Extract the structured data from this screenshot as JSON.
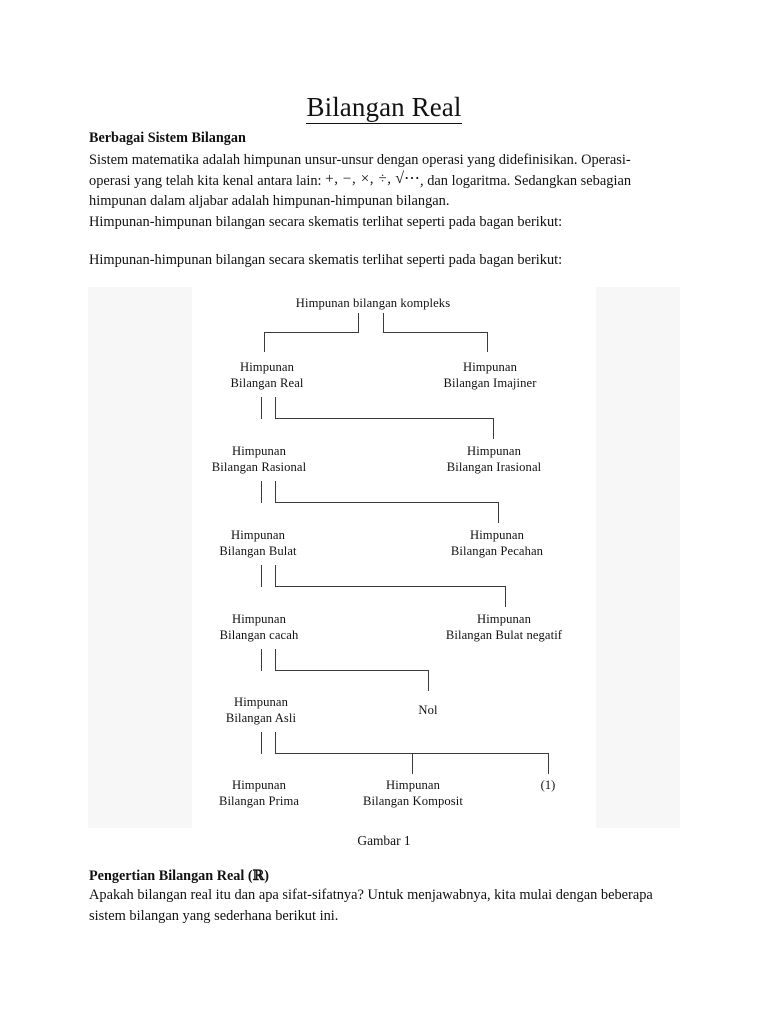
{
  "document": {
    "title": "Bilangan Real",
    "section1_heading": "Berbagai Sistem Bilangan",
    "para1_part1": "Sistem matematika adalah himpunan unsur-unsur dengan operasi yang didefinisikan. Operasi-operasi yang telah kita kenal antara lain:",
    "math_ops": "+, −, ×, ÷,",
    "math_radical": "√⋯",
    "para1_part2": ", dan logaritma. Sedangkan sebagian himpunan dalam aljabar adalah himpunan-himpunan bilangan.",
    "para1_part3": "Himpunan-himpunan bilangan secara skematis terlihat seperti pada bagan berikut:",
    "para2": "Himpunan-himpunan bilangan secara skematis terlihat seperti pada bagan berikut:",
    "figure_caption": "Gambar 1",
    "section2_heading_text": "Pengertian Bilangan Real (",
    "section2_heading_symbol": "ℝ",
    "section2_heading_close": ")",
    "para3": "Apakah bilangan real itu dan apa sifat-sifatnya? Untuk menjawabnya, kita mulai dengan beberapa sistem bilangan yang sederhana berikut ini."
  },
  "figure": {
    "name": "Gambar 1",
    "nodes": [
      {
        "id": "kompleks",
        "line1": "Himpunan bilangan kompleks",
        "line2": ""
      },
      {
        "id": "real",
        "line1": "Himpunan",
        "line2": "Bilangan Real"
      },
      {
        "id": "imajiner",
        "line1": "Himpunan",
        "line2": "Bilangan Imajiner"
      },
      {
        "id": "rasional",
        "line1": "Himpunan",
        "line2": "Bilangan Rasional"
      },
      {
        "id": "irasional",
        "line1": "Himpunan",
        "line2": "Bilangan Irasional"
      },
      {
        "id": "bulat",
        "line1": "Himpunan",
        "line2": "Bilangan Bulat"
      },
      {
        "id": "pecahan",
        "line1": "Himpunan",
        "line2": "Bilangan Pecahan"
      },
      {
        "id": "cacah",
        "line1": "Himpunan",
        "line2": "Bilangan cacah"
      },
      {
        "id": "bulat-negatif",
        "line1": "Himpunan",
        "line2": "Bilangan Bulat negatif"
      },
      {
        "id": "asli",
        "line1": "Himpunan",
        "line2": "Bilangan Asli"
      },
      {
        "id": "nol",
        "line1": "Nol",
        "line2": ""
      },
      {
        "id": "prima",
        "line1": "Himpunan",
        "line2": "Bilangan Prima"
      },
      {
        "id": "komposit",
        "line1": "Himpunan",
        "line2": "Bilangan Komposit"
      },
      {
        "id": "satu",
        "line1": "(1)",
        "line2": ""
      }
    ]
  },
  "colors": {
    "page_background": "#ffffff",
    "text": "#111111",
    "band": "#f7f7f7",
    "connector": "#3a3a3a"
  }
}
